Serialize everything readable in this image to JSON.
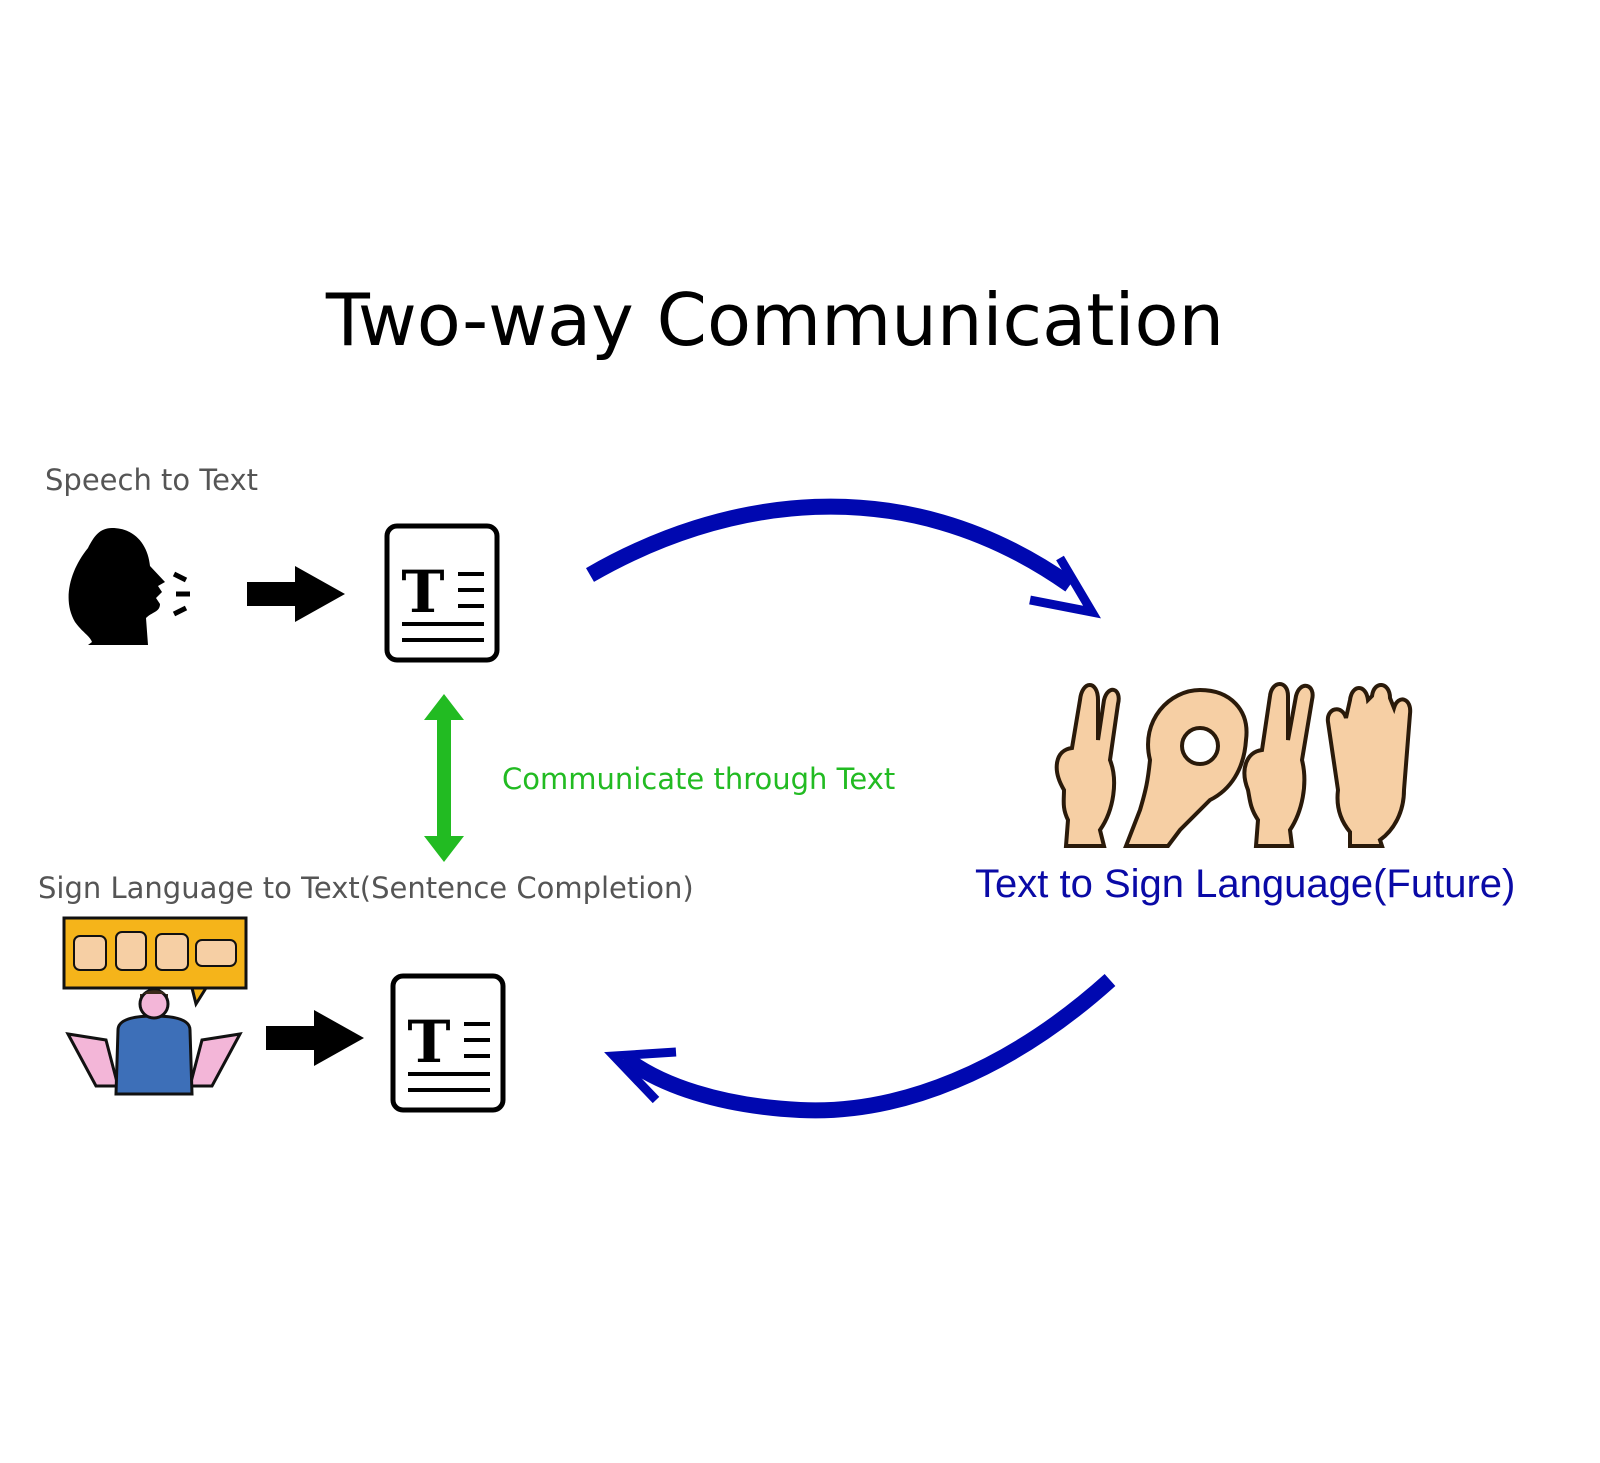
{
  "title": "Two-way Communication",
  "labels": {
    "speech_to_text": "Speech to Text",
    "communicate": "Communicate through Text",
    "sign_to_text": "Sign Language to Text(Sentence Completion)",
    "text_to_sign": "Text to Sign Language(Future)"
  },
  "doc_icon_letter": "T",
  "colors": {
    "blue_arrow": "#0008b0",
    "green_arrow": "#22bb22",
    "label_blue": "#0a0aa6",
    "label_gray": "#555555",
    "bubble": "#f5b41a",
    "skin": "#f6cfa4",
    "shirt": "#3d6fb8",
    "arms": "#f3b6d8"
  },
  "icons": [
    "speaking-head-icon",
    "black-arrow-icon",
    "text-document-icon",
    "double-arrow-icon",
    "sign-hands-icon",
    "signing-person-icon",
    "curved-arrow-icon"
  ]
}
